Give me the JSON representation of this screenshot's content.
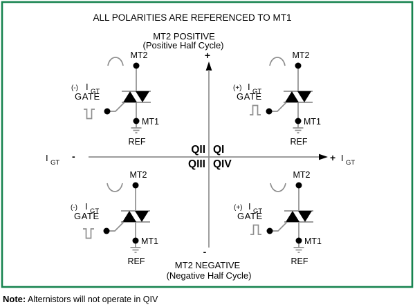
{
  "colors": {
    "border-green": "#17834f",
    "line-gray": "#8e8e8e",
    "ink": "#000000"
  },
  "title": "ALL POLARITIES ARE REFERENCED TO MT1",
  "axis": {
    "top": {
      "label": "MT2 POSITIVE",
      "sublabel": "(Positive Half Cycle)",
      "sign": "+"
    },
    "bottom": {
      "label": "MT2 NEGATIVE",
      "sublabel": "(Negative Half Cycle)",
      "sign": "-"
    },
    "left": {
      "sign": "-",
      "current": "I",
      "current_sub": "GT"
    },
    "right": {
      "sign": "+",
      "current": "I",
      "current_sub": "GT"
    }
  },
  "quadrants": {
    "q1": "QI",
    "q2": "QII",
    "q3": "QIII",
    "q4": "QIV"
  },
  "circuits": {
    "q2": {
      "polarity": "(-)",
      "current": "I",
      "current_sub": "GT",
      "gate_label": "GATE",
      "top_terminal": "MT2",
      "bottom_terminal": "MT1",
      "ref_label": "REF",
      "wave_icon": "positive-half-cycle",
      "pulse_icon": "negative-gate-pulse"
    },
    "q1": {
      "polarity": "(+)",
      "current": "I",
      "current_sub": "GT",
      "gate_label": "GATE",
      "top_terminal": "MT2",
      "bottom_terminal": "MT1",
      "ref_label": "REF",
      "wave_icon": "positive-half-cycle",
      "pulse_icon": "positive-gate-pulse"
    },
    "q3": {
      "polarity": "(-)",
      "current": "I",
      "current_sub": "GT",
      "gate_label": "GATE",
      "top_terminal": "MT2",
      "bottom_terminal": "MT1",
      "ref_label": "REF",
      "wave_icon": "negative-half-cycle",
      "pulse_icon": "negative-gate-pulse"
    },
    "q4": {
      "polarity": "(+)",
      "current": "I",
      "current_sub": "GT",
      "gate_label": "GATE",
      "top_terminal": "MT2",
      "bottom_terminal": "MT1",
      "ref_label": "REF",
      "wave_icon": "negative-half-cycle",
      "pulse_icon": "positive-gate-pulse"
    }
  },
  "note": {
    "label": "Note:",
    "text": "Alternistors will not operate in QIV"
  }
}
